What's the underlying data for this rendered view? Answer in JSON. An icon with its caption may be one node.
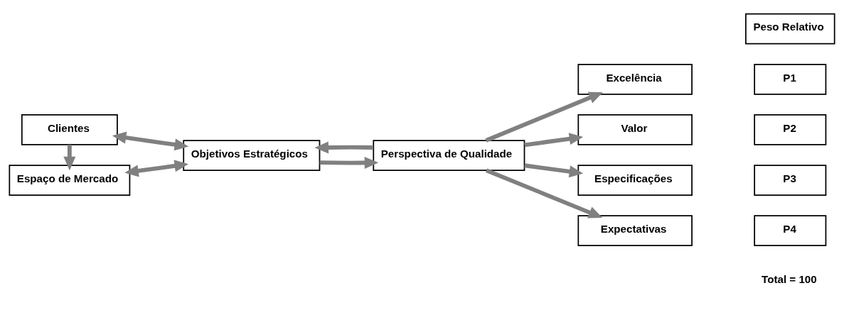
{
  "diagram": {
    "nodes": [
      {
        "text": [
          "Clientes"
        ]
      },
      {
        "text": [
          "Espaço de Mercado"
        ]
      },
      {
        "text": [
          "Objetivos Estratégicos"
        ]
      },
      {
        "text": [
          "Perspectiva de Qualidade"
        ]
      },
      {
        "text": [
          "Excelência"
        ]
      },
      {
        "text": [
          "Valor"
        ]
      },
      {
        "text": [
          "Especificações"
        ]
      },
      {
        "text": [
          "Expectativas"
        ]
      },
      {
        "text": [
          "Peso Relativo"
        ]
      },
      {
        "text": [
          "P1"
        ]
      },
      {
        "text": [
          "P2"
        ]
      },
      {
        "text": [
          "P3"
        ]
      },
      {
        "text": [
          "P4"
        ]
      }
    ],
    "edges": [
      {
        "from": 0,
        "to": 1,
        "arrow": "to"
      },
      {
        "from": 0,
        "to": 2,
        "arrow": "both"
      },
      {
        "from": 1,
        "to": 2,
        "arrow": "both"
      },
      {
        "from": 2,
        "to": 3,
        "arrow": "to"
      },
      {
        "from": 3,
        "to": 2,
        "arrow": "to"
      },
      {
        "from": 3,
        "to": 4,
        "arrow": "to"
      },
      {
        "from": 3,
        "to": 5,
        "arrow": "to"
      },
      {
        "from": 3,
        "to": 6,
        "arrow": "to"
      },
      {
        "from": 3,
        "to": 7,
        "arrow": "to"
      }
    ],
    "labels": [
      "Total = 100"
    ]
  }
}
